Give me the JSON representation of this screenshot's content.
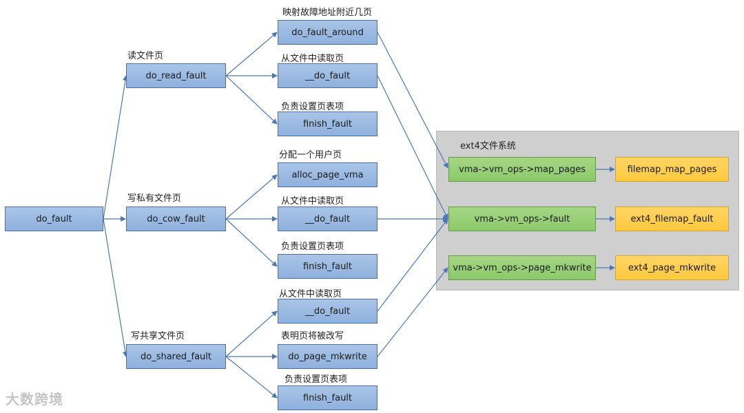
{
  "nodes": {
    "do_fault": "do_fault",
    "do_read_fault": "do_read_fault",
    "do_cow_fault": "do_cow_fault",
    "do_shared_fault": "do_shared_fault",
    "read_around": "do_fault_around",
    "read_do_fault": "__do_fault",
    "read_finish": "finish_fault",
    "cow_alloc": "alloc_page_vma",
    "cow_do_fault": "__do_fault",
    "cow_finish": "finish_fault",
    "shared_do_fault": "__do_fault",
    "shared_mkwrite": "do_page_mkwrite",
    "shared_finish": "finish_fault",
    "map_pages": "vma->vm_ops->map_pages",
    "fault": "vma->vm_ops->fault",
    "page_mkwrite": "vma->vm_ops->page_mkwrite",
    "filemap_map_pages": "filemap_map_pages",
    "ext4_filemap_fault": "ext4_filemap_fault",
    "ext4_page_mkwrite": "ext4_page_mkwrite"
  },
  "labels": {
    "read_file_page": "读文件页",
    "write_private_file_page": "写私有文件页",
    "write_shared_file_page": "写共享文件页",
    "map_nearby_pages": "映射故障地址附近几页",
    "read_from_file_1": "从文件中读取页",
    "set_pte_1": "负责设置页表项",
    "alloc_user_page": "分配一个用户页",
    "read_from_file_2": "从文件中读取页",
    "set_pte_2": "负责设置页表项",
    "read_from_file_3": "从文件中读取页",
    "page_will_be_written": "表明页将被改写",
    "set_pte_3": "负责设置页表项",
    "ext4_fs": "ext4文件系统"
  },
  "watermark": "大数跨境",
  "colors": {
    "arrow": "#4a78b5",
    "box_blue": "#9dbbe2",
    "box_green": "#98cf76",
    "box_orange": "#ffcf4d",
    "panel": "#cfcfcf"
  }
}
